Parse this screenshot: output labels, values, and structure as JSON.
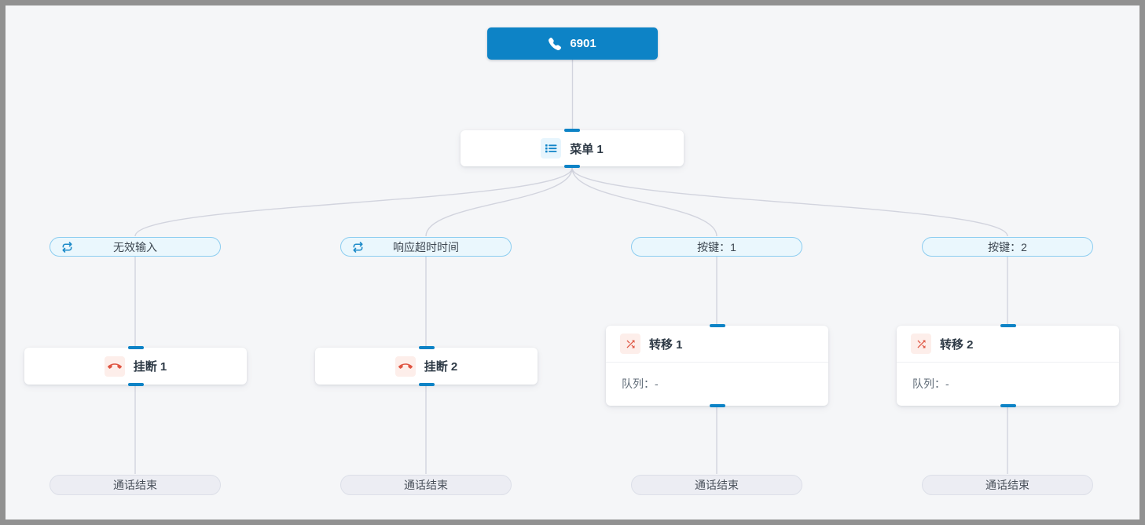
{
  "flow": {
    "entry": {
      "label": "6901"
    },
    "menu": {
      "label": "菜单 1"
    },
    "branches": [
      {
        "label": "无效输入"
      },
      {
        "label": "响应超时时间"
      },
      {
        "label": "按键：1"
      },
      {
        "label": "按键：2"
      }
    ],
    "hangups": [
      {
        "label": "挂断 1"
      },
      {
        "label": "挂断 2"
      }
    ],
    "transfers": [
      {
        "label": "转移 1",
        "queue_label": "队列：-"
      },
      {
        "label": "转移 2",
        "queue_label": "队列：-"
      }
    ],
    "ends": [
      "通话结束",
      "通话结束",
      "通话结束",
      "通话结束"
    ]
  },
  "colors": {
    "accent_blue": "#0d83c6",
    "branch_bg": "#eaf7fd",
    "branch_border": "#8ccdf0",
    "danger_red": "#df5542",
    "danger_icon_bg": "#fdeeea",
    "menu_icon_bg": "#e7f5fd",
    "end_pill_bg": "#ecedf3",
    "edge": "#d2d4de",
    "canvas_bg": "#f5f6f8",
    "frame": "#919191"
  }
}
